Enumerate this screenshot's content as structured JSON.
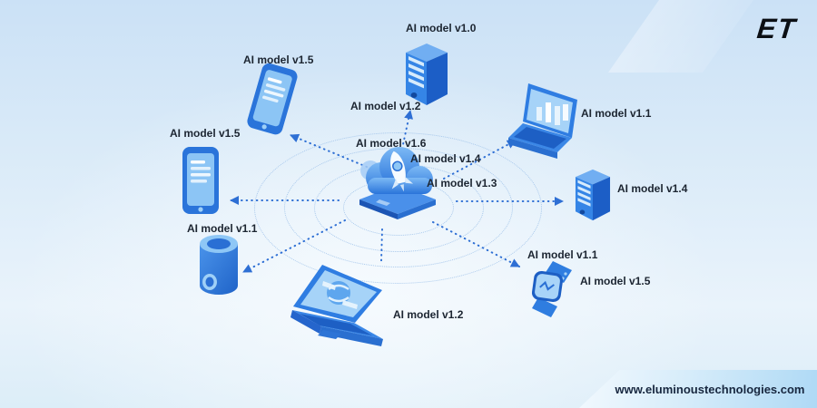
{
  "brand": {
    "logo_text": "ET",
    "website": "www.eluminoustechnologies.com"
  },
  "center_hub": {
    "description": "cloud with rocket launching from chip platform",
    "arrow_labels": [
      "AI model v1.2",
      "AI model v1.6",
      "AI model v1.4",
      "AI model v1.3"
    ]
  },
  "devices": {
    "server_top": {
      "label": "AI model v1.0"
    },
    "phone_top_left": {
      "label": "AI model v1.5"
    },
    "phone_left": {
      "label": "AI model v1.5"
    },
    "speaker": {
      "label": "AI model v1.1"
    },
    "laptop_bottom": {
      "label": "AI model v1.2"
    },
    "watch": {
      "label_top": "AI model v1.1",
      "label_right": "AI model v1.5"
    },
    "server_right": {
      "label": "AI model v1.4"
    },
    "laptop_top_right": {
      "label": "AI model v1.1"
    }
  },
  "colors": {
    "arrow_blue": "#2e6fd4",
    "device_blue": "#3585e6",
    "background_top": "#cbe1f6",
    "label_text": "#1c2531"
  }
}
